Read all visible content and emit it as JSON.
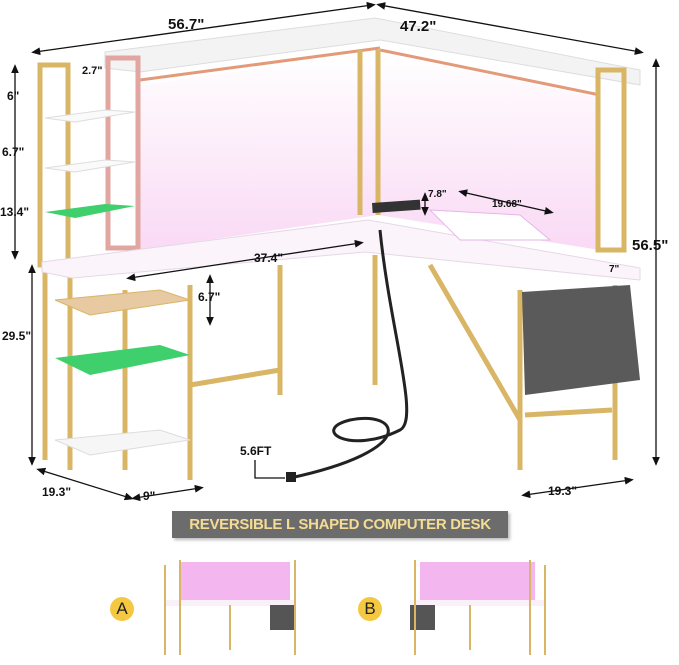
{
  "dimensions": {
    "overall_width_left": "56.7\"",
    "overall_width_right": "47.2\"",
    "overall_height": "56.5\"",
    "hutch_top_gap": "2.7\"",
    "shelf_top": "6\"",
    "shelf_middle": "6.7\"",
    "shelf_lower": "13.4\"",
    "desk_height": "29.5\"",
    "desk_surface_length": "37.4\"",
    "under_desk_gap": "6.7\"",
    "monitor_stand_height": "7.8\"",
    "monitor_stand_width": "19.68\"",
    "right_depth_small": "7\"",
    "cord_length": "5.6FT",
    "left_depth": "19.3\"",
    "shelf_width": "9\"",
    "right_depth": "19.3\""
  },
  "banner": {
    "text": "REVERSIBLE L SHAPED COMPUTER DESK"
  },
  "variants": [
    {
      "label": "A"
    },
    {
      "label": "B"
    }
  ],
  "colors": {
    "gold_frame": "#d9b566",
    "led_pink": "#f4a6e8",
    "shelf_green": "#3fcf6c",
    "storage_bag": "#5a5a5a",
    "banner_bg": "#6c6c6c",
    "banner_text": "#f4dc94",
    "badge": "#f5c842"
  }
}
